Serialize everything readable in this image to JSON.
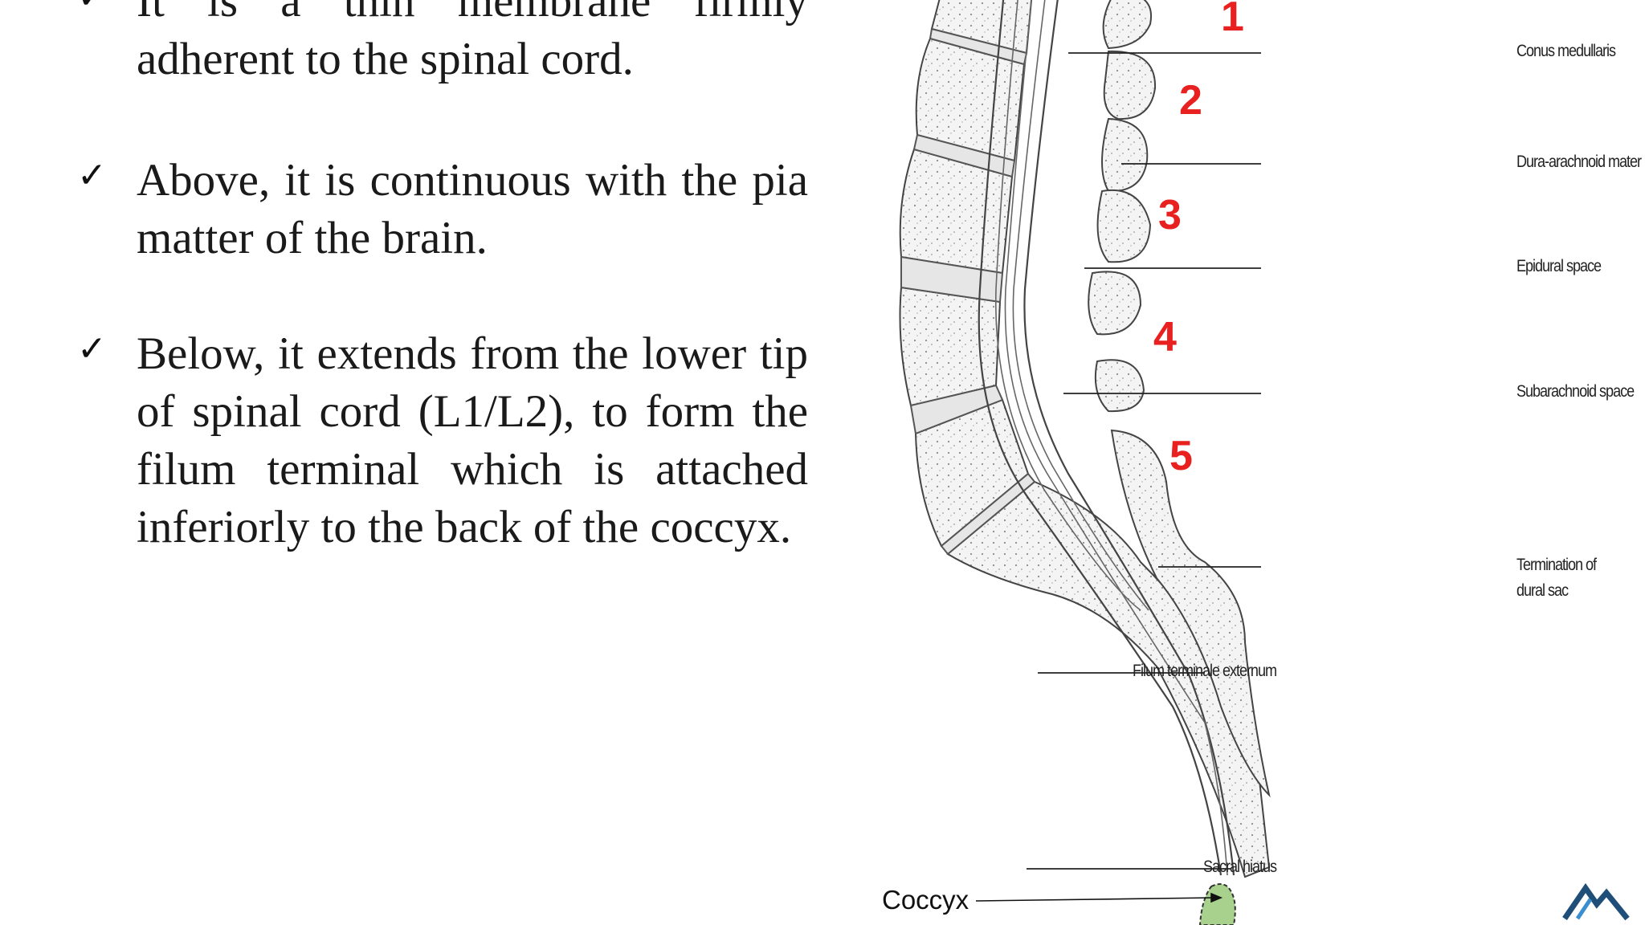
{
  "bullets": [
    {
      "check": "✓",
      "text": "It is a thin membrane firmly adherent to the spinal cord."
    },
    {
      "check": "✓",
      "text": "Above, it is continuous with the pia matter of the brain."
    },
    {
      "check": "✓",
      "text": " Below,  it extends from the lower tip of spinal cord (L1/L2), to form the filum terminal which is attached inferiorly to the back of the coccyx."
    }
  ],
  "figure": {
    "vertebra_numbers": [
      "1",
      "2",
      "3",
      "4",
      "5"
    ],
    "labels": {
      "conus": "Conus medullaris",
      "dura": "Dura-arachnoid mater",
      "epidural": "Epidural space",
      "subarachnoid": "Subarachnoid space",
      "termination_1": "Termination of",
      "termination_2": "dural sac",
      "filum": "Filum terminale externum",
      "sacral": "Sacral hiatus"
    },
    "coccyx_label": "Coccyx",
    "number_color": "#e8201f",
    "coccyx_fill": "#a9d18e"
  },
  "logo": {
    "icon": "mountain-logo-icon",
    "color": "#1f4e79"
  }
}
